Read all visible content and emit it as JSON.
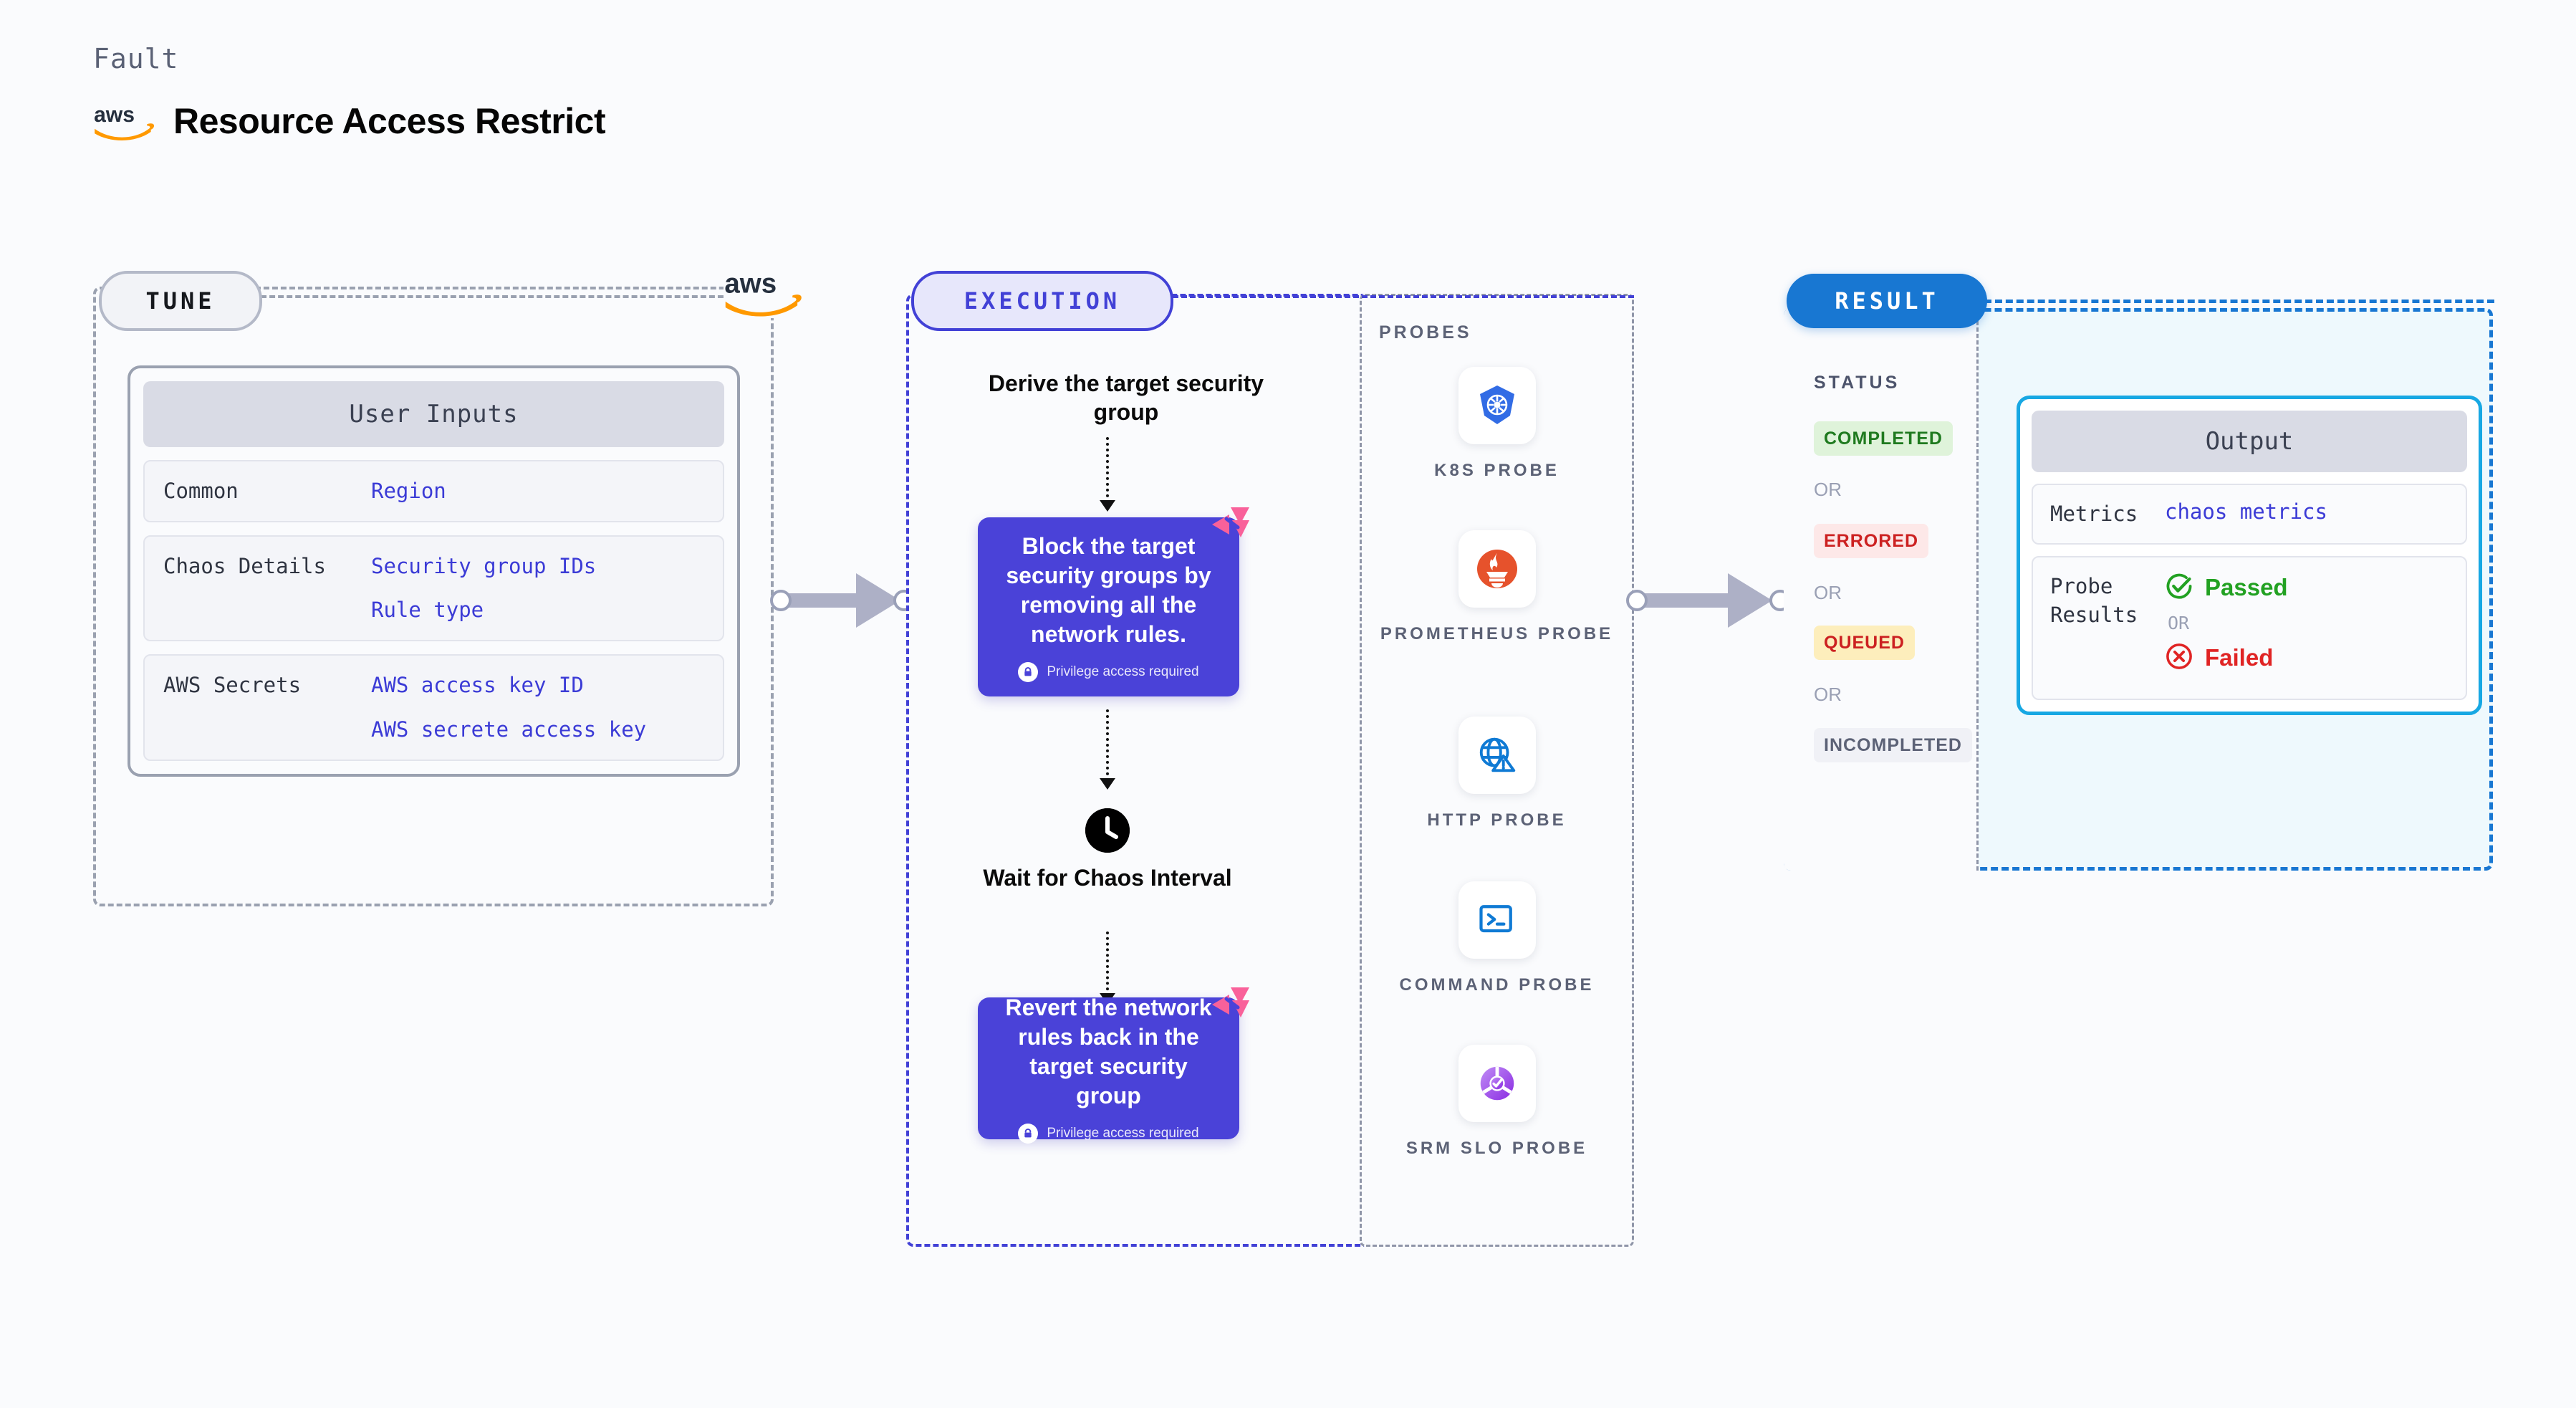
{
  "header": {
    "kicker": "Fault",
    "title": "Resource Access Restrict",
    "brand_icon": "aws-logo"
  },
  "tune": {
    "badge": "TUNE",
    "brand_icon": "aws-logo",
    "card_title": "User Inputs",
    "rows": [
      {
        "label": "Common",
        "values": [
          "Region"
        ]
      },
      {
        "label": "Chaos Details",
        "values": [
          "Security group IDs",
          "Rule type"
        ]
      },
      {
        "label": "AWS Secrets",
        "values": [
          "AWS access key ID",
          "AWS secrete access key"
        ]
      }
    ]
  },
  "execution": {
    "badge": "EXECUTION",
    "step1_label": "Derive the target security group",
    "card1": {
      "text": "Block the target security groups by removing all the network rules.",
      "privilege": "Privilege access required",
      "lock_icon": "lock-icon",
      "mark_icon": "litmus-icon"
    },
    "wait_label": "Wait for Chaos Interval",
    "wait_icon": "clock-icon",
    "card2": {
      "text": "Revert the network rules back in the target security group",
      "privilege": "Privilege access required",
      "lock_icon": "lock-icon",
      "mark_icon": "litmus-icon"
    }
  },
  "probes": {
    "title": "PROBES",
    "items": [
      {
        "caption": "K8S PROBE",
        "icon": "kubernetes-icon"
      },
      {
        "caption": "PROMETHEUS PROBE",
        "icon": "prometheus-icon"
      },
      {
        "caption": "HTTP PROBE",
        "icon": "http-globe-warning-icon"
      },
      {
        "caption": "COMMAND PROBE",
        "icon": "terminal-icon"
      },
      {
        "caption": "SRM SLO PROBE",
        "icon": "srm-slo-icon"
      }
    ]
  },
  "result": {
    "badge": "RESULT",
    "status_title": "STATUS",
    "or_text": "OR",
    "statuses": [
      {
        "label": "COMPLETED",
        "bg": "#dff3da",
        "fg": "#1f7a1f"
      },
      {
        "label": "ERRORED",
        "bg": "#fde8e8",
        "fg": "#cc2121"
      },
      {
        "label": "QUEUED",
        "bg": "#fdeebc",
        "fg": "#cc2121"
      },
      {
        "label": "INCOMPLETED",
        "bg": "#f0f1f6",
        "fg": "#5c6276"
      }
    ],
    "output": {
      "title": "Output",
      "metrics_label": "Metrics",
      "metrics_value": "chaos metrics",
      "probe_results_label": "Probe Results",
      "passed_label": "Passed",
      "passed_icon": "check-circle-icon",
      "failed_label": "Failed",
      "failed_icon": "x-circle-icon",
      "or_text": "OR"
    }
  },
  "connectors": {
    "tune_to_execution": "arrow-right",
    "execution_to_result": "arrow-right"
  },
  "colors": {
    "execution_accent": "#4241d6",
    "result_accent": "#1877d2",
    "output_accent": "#17a8e3",
    "card_fill": "#4a42d8",
    "litmus_pink": "#f9619a",
    "aws_orange": "#ff9900"
  }
}
